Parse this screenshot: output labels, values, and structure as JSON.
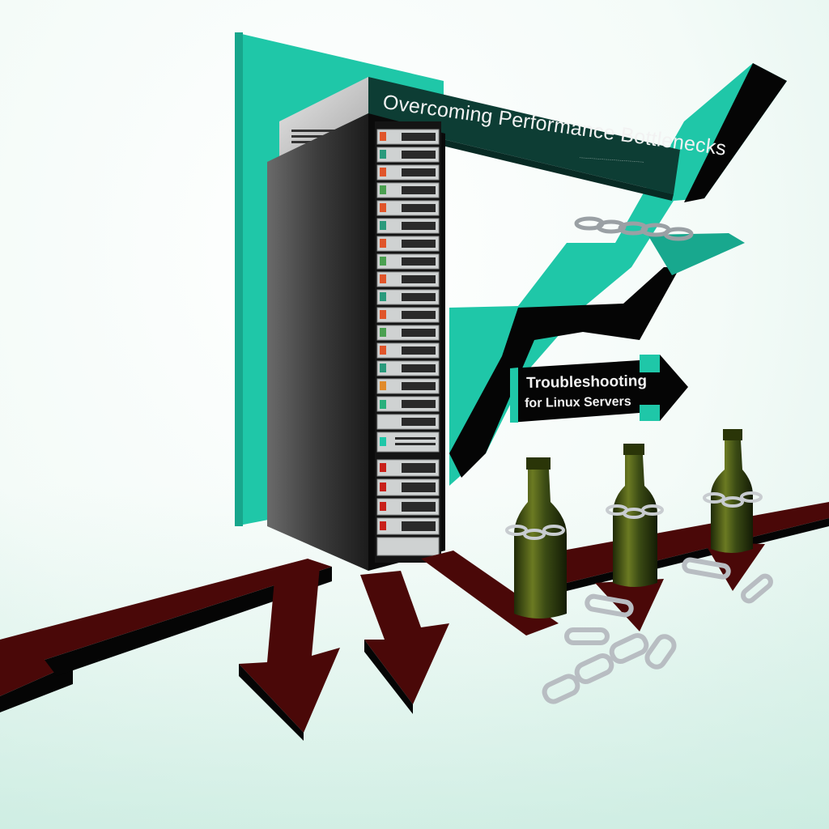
{
  "illustration": {
    "title_banner": {
      "text": "Overcoming Performance Bottlenecks",
      "subtext": "................................................"
    },
    "sign_arrow": {
      "line1": "Troubleshooting",
      "line2": "for Linux Servers"
    },
    "elements": {
      "server_rack": "server-rack",
      "rising_arrow": "teal-black-zigzag-up-arrow",
      "down_arrows": 3,
      "bottles": 3,
      "broken_chains": 4
    },
    "colors": {
      "teal": "#1fc7a8",
      "teal_dark": "#0f5a4c",
      "black": "#050505",
      "maroon": "#5a0a0a",
      "bottle_green": "#3a4a14",
      "chain_silver": "#c8ccd0",
      "background": "#f2faf7"
    }
  }
}
